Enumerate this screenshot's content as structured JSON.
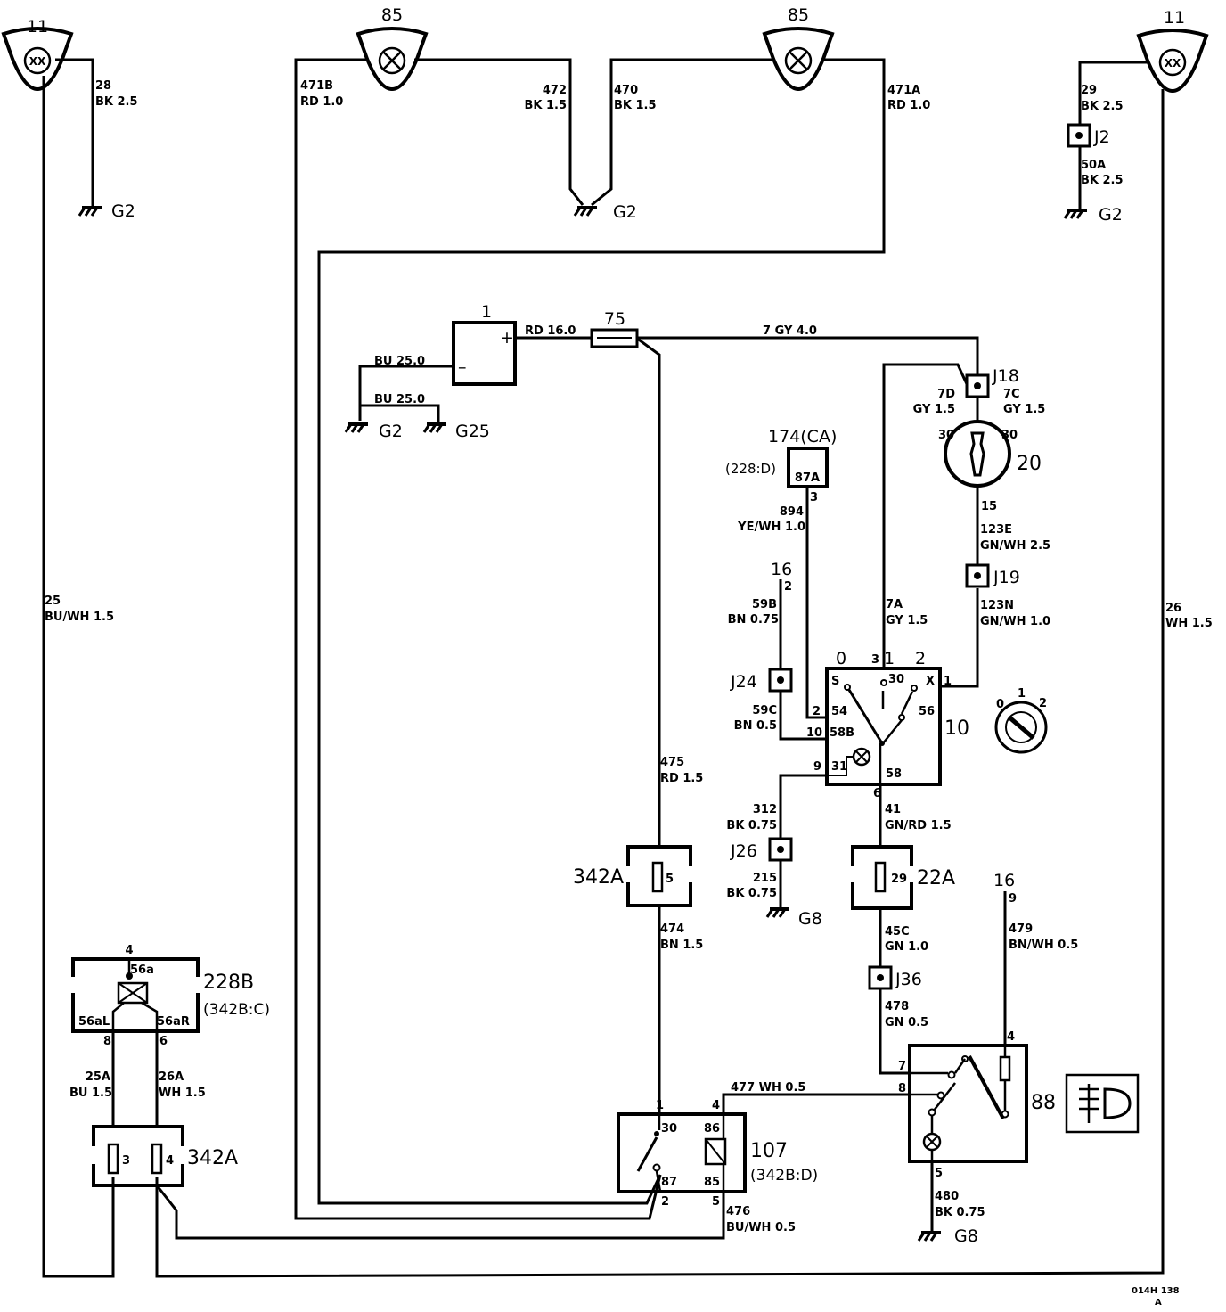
{
  "components": {
    "lamp_left_outer": {
      "id": "11",
      "glyph": "XX"
    },
    "lamp_left_inner": {
      "id": "85"
    },
    "lamp_right_inner": {
      "id": "85"
    },
    "lamp_right_outer": {
      "id": "11",
      "glyph": "XX"
    },
    "battery": {
      "id": "1",
      "plus": "+",
      "minus": "–"
    },
    "fuse_main": {
      "id": "75"
    },
    "ignition_switch": {
      "id": "20",
      "pin_in_left": "30",
      "pin_in_right": "30",
      "pin_out": "15"
    },
    "relay_174": {
      "id": "174(CA)",
      "ref": "(228:D)",
      "pin": "87A",
      "pin_num": "3"
    },
    "light_switch": {
      "id": "10",
      "pos0": "0",
      "pos1": "1",
      "pos2": "2",
      "p3": "3",
      "p1": "1",
      "p2": "2",
      "p10": "10",
      "p9": "9",
      "p6": "6",
      "pS": "S",
      "p30": "30",
      "pX": "X",
      "p54": "54",
      "p56": "56",
      "p58B": "58B",
      "p31": "31",
      "p58": "58"
    },
    "switch_symbol": {
      "p0": "0",
      "p1": "1",
      "p2": "2"
    },
    "fuse_342a_upper": {
      "id": "342A",
      "pin": "5"
    },
    "fuse_22a": {
      "id": "22A",
      "pin": "29"
    },
    "fuse_342a_lower": {
      "id": "342A",
      "pin_a": "3",
      "pin_b": "4"
    },
    "unit_228b": {
      "id": "228B",
      "ref": "(342B:C)",
      "pin_top": "4",
      "term_top": "56a",
      "term_l": "56aL",
      "term_r": "56aR",
      "pin_l": "8",
      "pin_r": "6"
    },
    "relay_107": {
      "id": "107",
      "ref": "(342B:D)",
      "p1": "1",
      "p4": "4",
      "p2": "2",
      "p5": "5",
      "t30": "30",
      "t86": "86",
      "t87": "87",
      "t85": "85"
    },
    "switch_88": {
      "id": "88",
      "p4": "4",
      "p7": "7",
      "p8": "8",
      "p5": "5"
    },
    "conn16_a": {
      "id": "16",
      "pin": "2"
    },
    "conn16_b": {
      "id": "16",
      "pin": "9"
    },
    "footer_code": "014H 138",
    "footer_rev": "A"
  },
  "grounds": {
    "g2_left": "G2",
    "g2_mid": "G2",
    "g2_right": "G2",
    "g2_batt": "G2",
    "g25_batt": "G25",
    "g8_mid": "G8",
    "g8_right": "G8"
  },
  "junctions": {
    "j2": "J2",
    "j18": "J18",
    "j19": "J19",
    "j24": "J24",
    "j26": "J26",
    "j36": "J36"
  },
  "wires": {
    "w28": {
      "num": "28",
      "spec": "BK 2.5"
    },
    "w471b": {
      "num": "471B",
      "spec": "RD 1.0"
    },
    "w472": {
      "num": "472",
      "spec": "BK 1.5"
    },
    "w470": {
      "num": "470",
      "spec": "BK 1.5"
    },
    "w471a": {
      "num": "471A",
      "spec": "RD 1.0"
    },
    "w29": {
      "num": "29",
      "spec": "BK 2.5"
    },
    "w50a": {
      "num": "50A",
      "spec": "BK 2.5"
    },
    "w_rd16": {
      "spec": "RD 16.0"
    },
    "w7": {
      "spec": "7 GY 4.0"
    },
    "w_bu25a": {
      "spec": "BU 25.0"
    },
    "w_bu25b": {
      "spec": "BU 25.0"
    },
    "w7d": {
      "num": "7D",
      "spec": "GY 1.5"
    },
    "w7c": {
      "num": "7C",
      "spec": "GY 1.5"
    },
    "w123e": {
      "num": "123E",
      "spec": "GN/WH 2.5"
    },
    "w123n": {
      "num": "123N",
      "spec": "GN/WH 1.0"
    },
    "w894": {
      "num": "894",
      "spec": "YE/WH 1.0"
    },
    "w59b": {
      "num": "59B",
      "spec": "BN 0.75"
    },
    "w7a": {
      "num": "7A",
      "spec": "GY 1.5"
    },
    "w59c": {
      "num": "59C",
      "spec": "BN 0.5"
    },
    "w312": {
      "num": "312",
      "spec": "BK 0.75"
    },
    "w215": {
      "num": "215",
      "spec": "BK 0.75"
    },
    "w41": {
      "num": "41",
      "spec": "GN/RD 1.5"
    },
    "w45c": {
      "num": "45C",
      "spec": "GN 1.0"
    },
    "w478": {
      "num": "478",
      "spec": "GN 0.5"
    },
    "w479": {
      "num": "479",
      "spec": "BN/WH 0.5"
    },
    "w480": {
      "num": "480",
      "spec": "BK 0.75"
    },
    "w475": {
      "num": "475",
      "spec": "RD 1.5"
    },
    "w474": {
      "num": "474",
      "spec": "BN 1.5"
    },
    "w477": {
      "spec": "477 WH 0.5"
    },
    "w476": {
      "num": "476",
      "spec": "BU/WH 0.5"
    },
    "w25": {
      "num": "25",
      "spec": "BU/WH 1.5"
    },
    "w26": {
      "num": "26",
      "spec": "WH 1.5"
    },
    "w25a": {
      "num": "25A",
      "spec": "BU 1.5"
    },
    "w26a": {
      "num": "26A",
      "spec": "WH 1.5"
    }
  }
}
